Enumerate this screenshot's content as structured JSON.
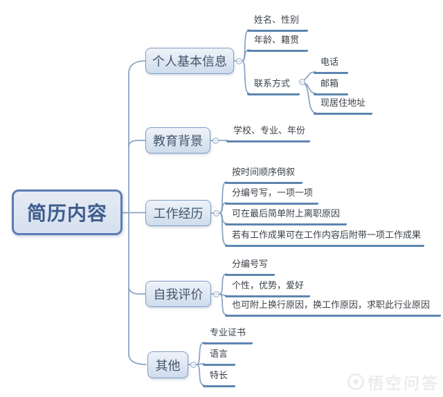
{
  "mindmap": {
    "root": {
      "label": "简历内容"
    },
    "branches": [
      {
        "label": "个人基本信息",
        "children": [
          {
            "label": "姓名、性别"
          },
          {
            "label": "年龄、籍贯"
          },
          {
            "label": "联系方式",
            "children": [
              {
                "label": "电话"
              },
              {
                "label": "邮箱"
              },
              {
                "label": "现居住地址"
              }
            ]
          }
        ]
      },
      {
        "label": "教育背景",
        "children": [
          {
            "label": "学校、专业、年份"
          }
        ]
      },
      {
        "label": "工作经历",
        "children": [
          {
            "label": "按时间顺序倒叙"
          },
          {
            "label": "分编号写，一项一项"
          },
          {
            "label": "可在最后简单附上离职原因"
          },
          {
            "label": "若有工作成果可在工作内容后附带一项工作成果"
          }
        ]
      },
      {
        "label": "自我评价",
        "children": [
          {
            "label": "分编号写"
          },
          {
            "label": "个性，优势，爱好"
          },
          {
            "label": "也可附上换行原因，换工作原因，求职此行业原因"
          }
        ]
      },
      {
        "label": "其他",
        "children": [
          {
            "label": "专业证书"
          },
          {
            "label": "语言"
          },
          {
            "label": "特长"
          }
        ]
      }
    ],
    "collapse_glyph": "−",
    "colors": {
      "wire": "#8aa5c5",
      "leaf_underline": "#5d85b0",
      "branch_border": "#7e9cc4",
      "branch_text": "#44546a",
      "root_border": "#5b7cb4",
      "root_text": "#3e5c8c",
      "leaf_text": "#3b4148"
    }
  },
  "watermark": {
    "text": "悟空问答"
  }
}
